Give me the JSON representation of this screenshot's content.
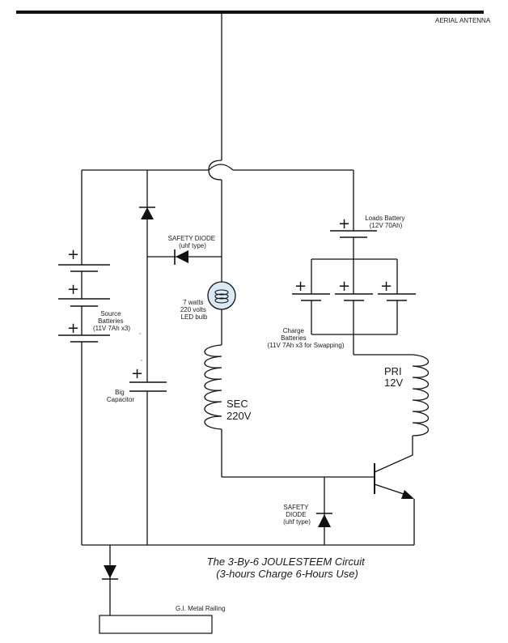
{
  "labels": {
    "antenna": "AERIAL ANTENNA",
    "loads_battery": [
      "Loads Battery",
      "(12V 70Ah)"
    ],
    "safety_diode_top": [
      "SAFETY DIODE",
      "(uhf type)"
    ],
    "bulb": [
      "7 watts",
      "220 volts",
      "LED bulb"
    ],
    "source_batteries": [
      "Source",
      "Batteries",
      "(11V 7Ah x3)"
    ],
    "charge_batteries": [
      "Charge",
      "Batteries",
      "(11V 7Ah x3 for Swapping)"
    ],
    "big_capacitor": [
      "Big",
      "Capacitor"
    ],
    "pri": [
      "PRI",
      "12V"
    ],
    "sec": [
      "SEC",
      "220V"
    ],
    "safety_diode_bottom": [
      "SAFETY",
      "DIODE",
      "(uhf type)"
    ],
    "railing": "G.I. Metal Railing",
    "title": [
      "The 3-By-6 JOULESTEEM Circuit",
      "(3-hours Charge 6-Hours Use)"
    ],
    "plus_sign": "+"
  },
  "icons": {
    "diode": "diode-icon",
    "bulb": "led-bulb-icon",
    "coil": "coil-icon",
    "battery": "battery-icon",
    "capacitor": "capacitor-icon",
    "transistor": "transistor-icon"
  }
}
